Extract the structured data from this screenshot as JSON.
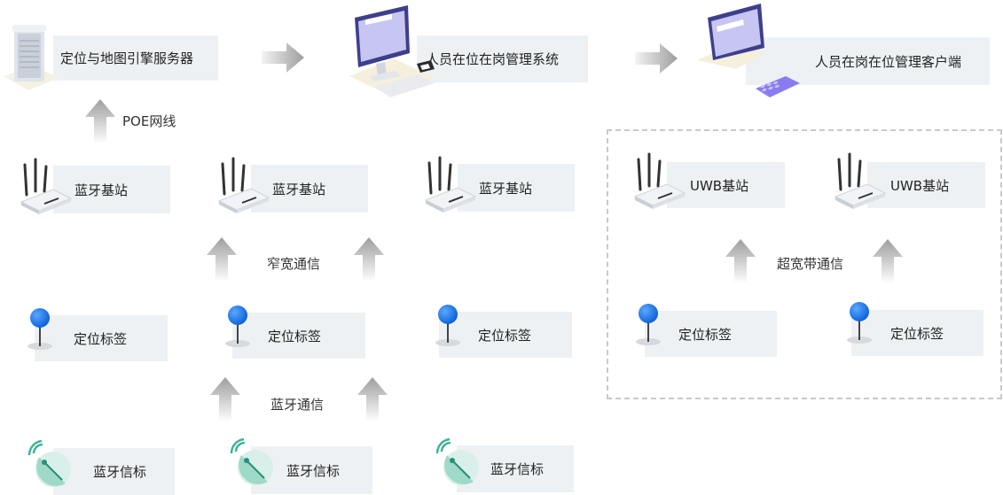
{
  "top_row": {
    "server_label": "定位与地图引擎服务器",
    "system_label": "人员在位在岗管理系统",
    "client_label": "人员在岗在位管理客户端"
  },
  "connections": {
    "poe": "POE网线",
    "narrowband": "窄宽通信",
    "bluetooth": "蓝牙通信",
    "uwb": "超宽带通信"
  },
  "bluetooth_section": {
    "base_stations": [
      "蓝牙基站",
      "蓝牙基站",
      "蓝牙基站"
    ],
    "tags": [
      "定位标签",
      "定位标签",
      "定位标签"
    ],
    "beacons": [
      "蓝牙信标",
      "蓝牙信标",
      "蓝牙信标"
    ]
  },
  "uwb_section": {
    "base_stations": [
      "UWB基站",
      "UWB基站"
    ],
    "tags": [
      "定位标签",
      "定位标签"
    ]
  },
  "colors": {
    "box_bg": "#eef1f4",
    "arrow": "#a8a8a8",
    "pin_blue": "#1a73e8",
    "beacon_green": "#3fb39a",
    "dashed_border": "#c9c9c9"
  },
  "icons": {
    "server": "server-tower-icon",
    "desktop": "desktop-computer-icon",
    "laptop": "laptop-icon",
    "phone": "phone-icon",
    "router": "router-antenna-icon",
    "tag": "location-pin-icon",
    "beacon": "satellite-dish-icon",
    "arrow": "arrow-icon"
  }
}
